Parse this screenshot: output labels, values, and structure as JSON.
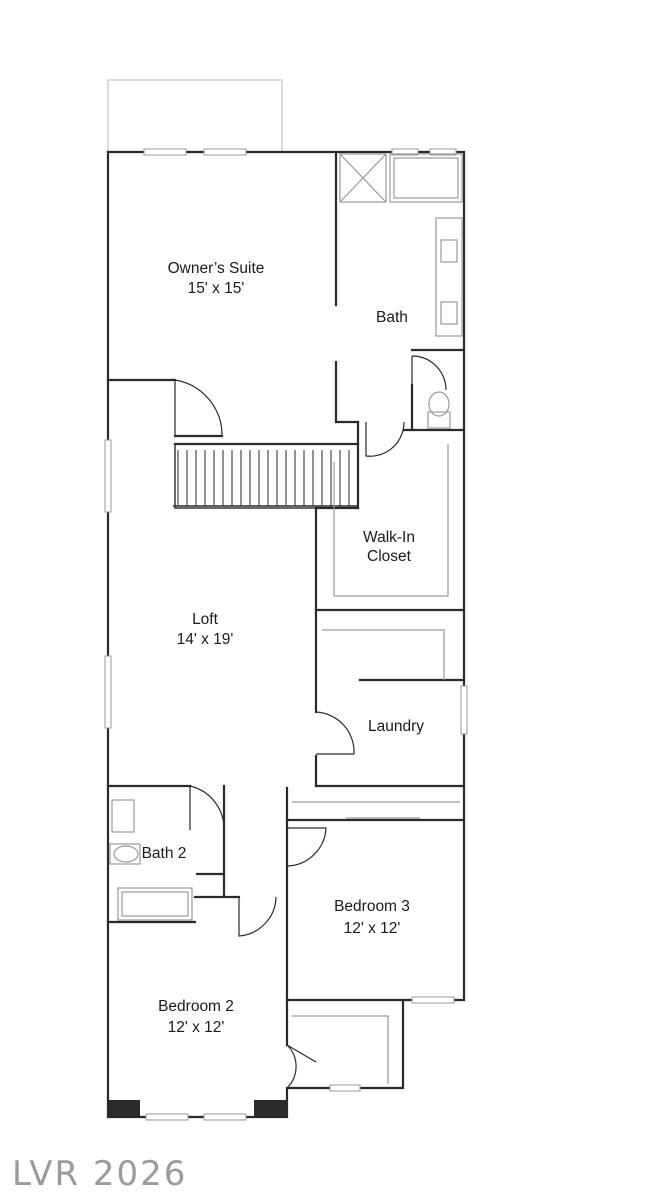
{
  "floor_plan": {
    "rooms": [
      {
        "id": "owners-suite",
        "name": "Owner’s Suite",
        "size": "15' x 15'"
      },
      {
        "id": "bath",
        "name": "Bath",
        "size": ""
      },
      {
        "id": "walk-in-closet",
        "name": "Walk-In",
        "name_line2": "Closet",
        "size": ""
      },
      {
        "id": "loft",
        "name": "Loft",
        "size": "14' x 19'"
      },
      {
        "id": "laundry",
        "name": "Laundry",
        "size": ""
      },
      {
        "id": "bath-2",
        "name": "Bath 2",
        "size": ""
      },
      {
        "id": "bedroom-3",
        "name": "Bedroom 3",
        "size": "12' x 12'"
      },
      {
        "id": "bedroom-2",
        "name": "Bedroom 2",
        "size": "12' x 12'"
      }
    ]
  },
  "watermark": {
    "text": "LVR 2026"
  },
  "colors": {
    "wall": "#2a2a2a",
    "fixture": "#9a9a9a",
    "faint": "#c8c8c8",
    "watermark": "#8a8a8a"
  }
}
